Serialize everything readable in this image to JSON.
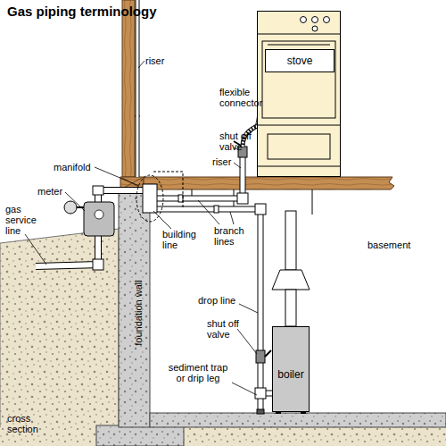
{
  "diagram": {
    "title": "Gas piping terminology",
    "nodes": [
      {
        "text": [
          "stove"
        ]
      },
      {
        "text": [
          "boiler"
        ]
      }
    ],
    "edges": [],
    "labels": [
      "riser",
      "flexible connector",
      "shut off valve",
      "riser",
      "manifold",
      "meter",
      "gas service line",
      "building line",
      "branch lines",
      "basement",
      "drop line",
      "shut off valve",
      "sediment trap or drip leg",
      "foundation wall",
      "cross section"
    ]
  }
}
